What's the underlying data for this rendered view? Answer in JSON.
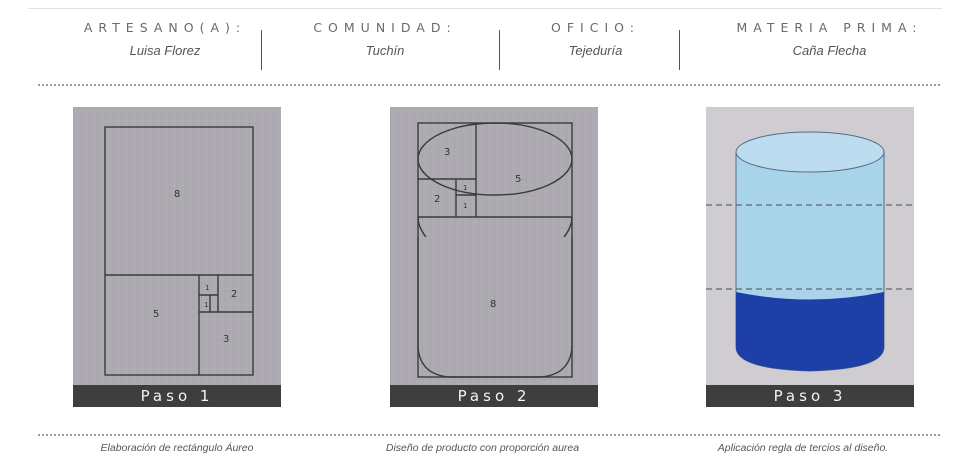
{
  "header": {
    "artesano_label": "ARTESANO(A):",
    "artesano_value": "Luisa Florez",
    "comunidad_label": "COMUNIDAD:",
    "comunidad_value": "Tuchín",
    "oficio_label": "OFICIO:",
    "oficio_value": "Tejeduría",
    "materia_label": "MATERIA PRIMA:",
    "materia_value": "Caña Flecha"
  },
  "steps": [
    {
      "label": "Paso   1",
      "caption": "Elaboración de rectángulo Áureo",
      "sketch_numbers": [
        "8",
        "5",
        "3",
        "2",
        "1",
        "1"
      ]
    },
    {
      "label": "Paso   2",
      "caption": "Diseño de producto con proporción aurea",
      "sketch_numbers": [
        "3",
        "5",
        "2",
        "1",
        "1",
        "8"
      ]
    },
    {
      "label": "Paso   3",
      "caption": "Aplicación regla de tercios al diseño."
    }
  ],
  "colors": {
    "panel_bg": "#a9a7ad",
    "step_bar": "#3e3e3e",
    "cylinder_light": "#a9d3e8",
    "cylinder_dark": "#1e3fa8"
  }
}
